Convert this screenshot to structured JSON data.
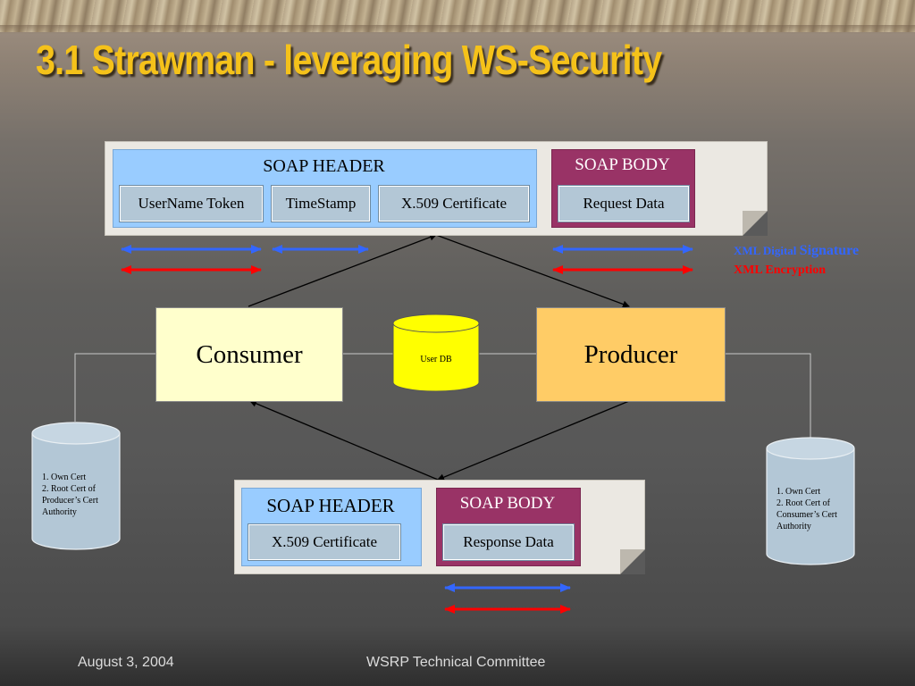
{
  "slide": {
    "title": "3.1 Strawman  - leveraging WS-Security",
    "footer_date": "August 3, 2004",
    "footer_org": "WSRP Technical Committee"
  },
  "request_message": {
    "header_label": "SOAP HEADER",
    "header_items": [
      "UserName Token",
      "TimeStamp",
      "X.509 Certificate"
    ],
    "body_label": "SOAP BODY",
    "body_item": "Request Data"
  },
  "response_message": {
    "header_label": "SOAP HEADER",
    "header_item": "X.509 Certificate",
    "body_label": "SOAP BODY",
    "body_item": "Response Data"
  },
  "legend": {
    "signature_part1": "XML Digital ",
    "signature_part2": "Signature",
    "encryption": "XML Encryption",
    "signature_color": "#3366ff",
    "encryption_color": "#ff0000"
  },
  "nodes": {
    "consumer": "Consumer",
    "producer": "Producer",
    "user_db": "User DB"
  },
  "stores": {
    "consumer_store": [
      "1. Own Cert",
      "2. Root Cert of",
      "Producer’s Cert",
      "Authority"
    ],
    "producer_store": [
      "1. Own Cert",
      "2. Root Cert of",
      "Consumer’s Cert",
      "Authority"
    ]
  },
  "colors": {
    "title": "#f5c21a",
    "header_blue": "#99ccff",
    "body_maroon": "#993366",
    "consumer_fill": "#ffffcc",
    "producer_fill": "#ffcc66",
    "db_yellow": "#ffff00",
    "store_blue": "#b3c7d6"
  }
}
